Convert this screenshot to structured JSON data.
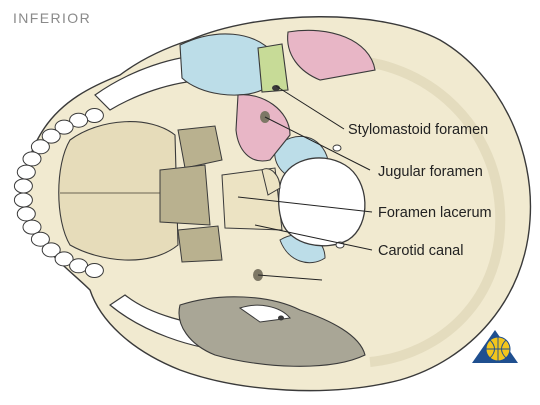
{
  "view_label": "INFERIOR",
  "labels": {
    "stylomastoid": "Stylomastoid foramen",
    "jugular": "Jugular foramen",
    "lacerum": "Foramen lacerum",
    "carotid": "Carotid canal"
  },
  "colors": {
    "bone": "#f1ead0",
    "bone_outline": "#3a3a3a",
    "shadow": "#cfc6a4",
    "dark_bone": "#b9b18f",
    "temporal_blue": "#bcdde8",
    "occipital_pink": "#e8b6c6",
    "sphenoid_green": "#c7db97",
    "gray_region": "#a9a696",
    "teeth": "#ffffff",
    "label_text": "#222222"
  },
  "logo_icon": "globe-logo-icon"
}
